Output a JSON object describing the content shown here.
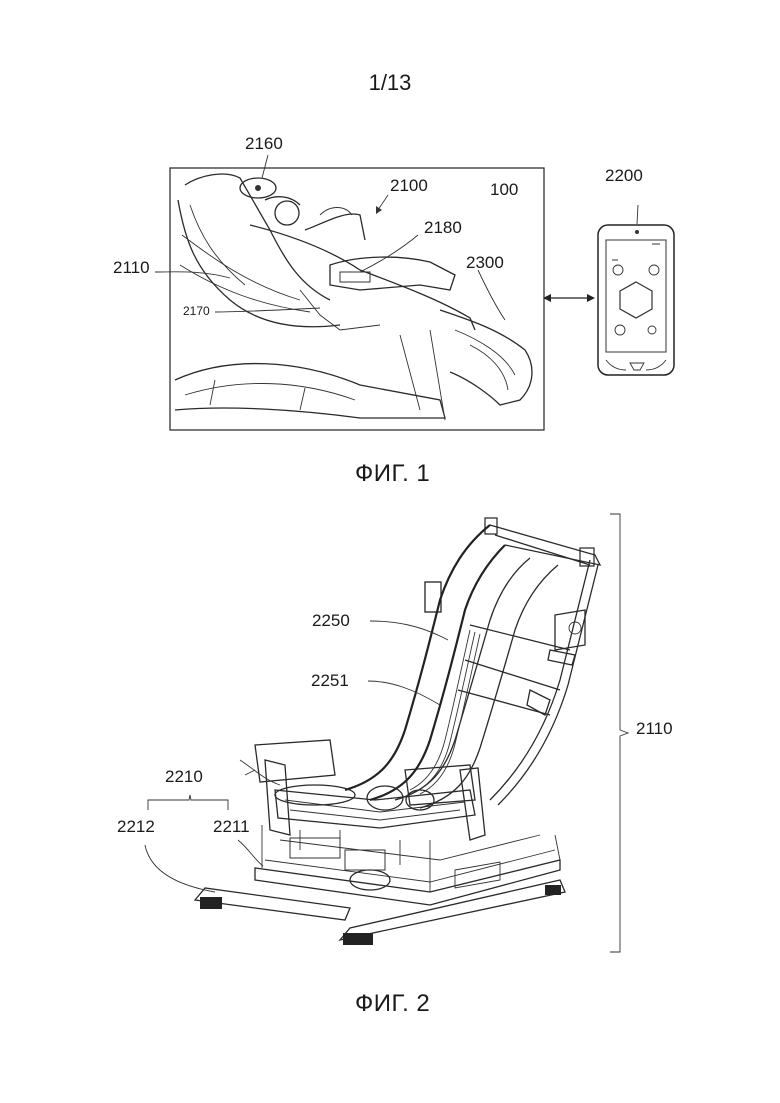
{
  "page_number": "1/13",
  "fig1": {
    "caption": "ФИГ. 1",
    "labels": {
      "l2160": "2160",
      "l2100": "2100",
      "l100": "100",
      "l2180": "2180",
      "l2110": "2110",
      "l2300": "2300",
      "l2170": "2170",
      "l2200": "2200"
    }
  },
  "fig2": {
    "caption": "ФИГ. 2",
    "labels": {
      "l2250": "2250",
      "l2251": "2251",
      "l2110": "2110",
      "l2210": "2210",
      "l2212": "2212",
      "l2211": "2211"
    }
  }
}
